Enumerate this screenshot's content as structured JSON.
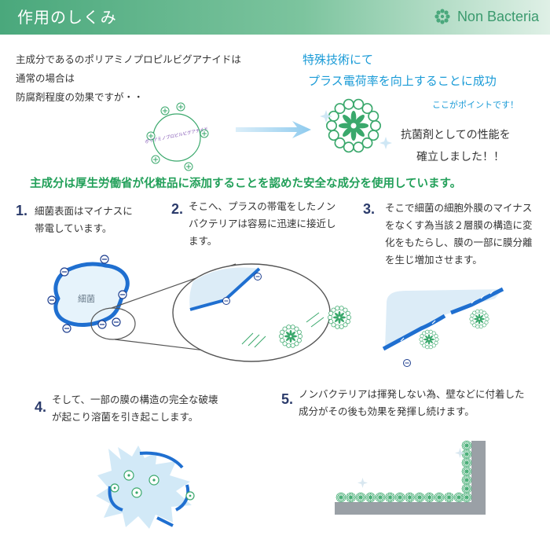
{
  "header": {
    "title": "作用のしくみ",
    "brand": "Non Bacteria"
  },
  "intro": {
    "lines": [
      "主成分であるのポリアミノプロピルビグアナイドは",
      "通常の場合は",
      "防腐剤程度の効果ですが・・"
    ],
    "tech_line1": "特殊技術にて",
    "tech_line2": "プラス電荷率を向上することに成功",
    "point": "ここがポイントです！",
    "result_line1": "抗菌剤としての性能を",
    "result_line2": "確立しました！！",
    "molecule_label": "ポリアミノプロピルビグアナイド"
  },
  "banner": "主成分は厚生労働省が化粧品に添加することを認めた安全な成分を使用しています。",
  "steps": [
    {
      "num": "1.",
      "text": "細菌表面はマイナスに\n帯電しています。",
      "label": "細菌"
    },
    {
      "num": "2.",
      "text": "そこへ、プラスの帯電をしたノン\nバクテリアは容易に迅速に接近し\nます。"
    },
    {
      "num": "3.",
      "text": "そこで細菌の細胞外膜のマイナス\nをなくす為当該２層膜の構造に変\n化をもたらし、膜の一部に膜分離\nを生じ増加させます。"
    },
    {
      "num": "4.",
      "text": "そして、一部の膜の構造の完全な破壊\nが起こり溶菌を引き起こします。"
    },
    {
      "num": "5.",
      "text": "ノンバクテリアは揮発しない為、壁などに付着した\n成分がその後も効果を発揮し続けます。"
    }
  ],
  "colors": {
    "header": "#4aa87c",
    "accent_blue": "#1a9bd7",
    "accent_green": "#23a05a",
    "membrane": "#1f6fd0",
    "particle": "#3aa86c",
    "step_num": "#2b3b6b"
  }
}
